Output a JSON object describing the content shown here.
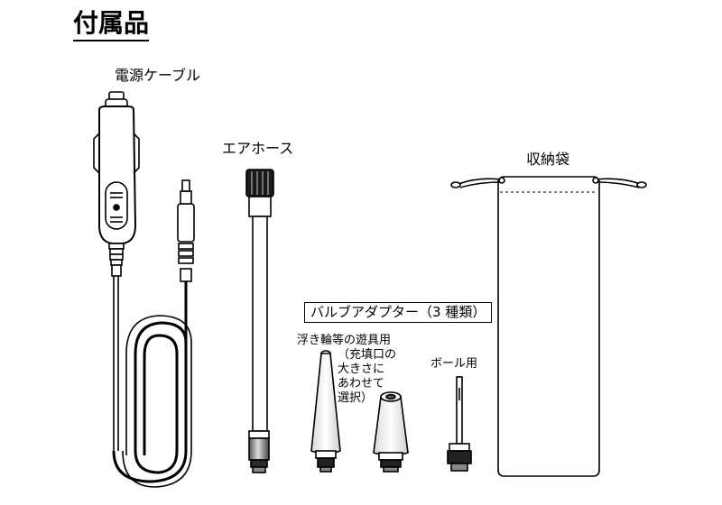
{
  "title": "付属品",
  "items": {
    "cable": {
      "label": "電源ケーブル"
    },
    "hose": {
      "label": "エアホース"
    },
    "bag": {
      "label": "収納袋"
    },
    "adapters": {
      "group_label": "バルブアダプター（3 種類）",
      "float_label": "浮き輪等の遊具用",
      "float_note": "（充填口の\n大きさに\nあわせて\n選択）",
      "ball_label": "ボール用"
    }
  }
}
